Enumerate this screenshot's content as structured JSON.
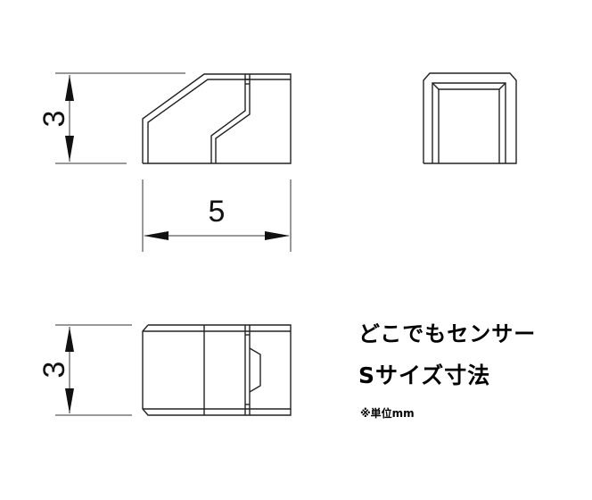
{
  "title": {
    "line1": "どこでもセンサー",
    "line2": "Sサイズ寸法",
    "note": "※単位mm"
  },
  "dimensions": {
    "side_height": "3",
    "side_width": "5",
    "top_height": "3"
  },
  "views": [
    "side-view",
    "front-view",
    "top-view"
  ],
  "colors": {
    "line": "#222222",
    "background": "#ffffff"
  }
}
